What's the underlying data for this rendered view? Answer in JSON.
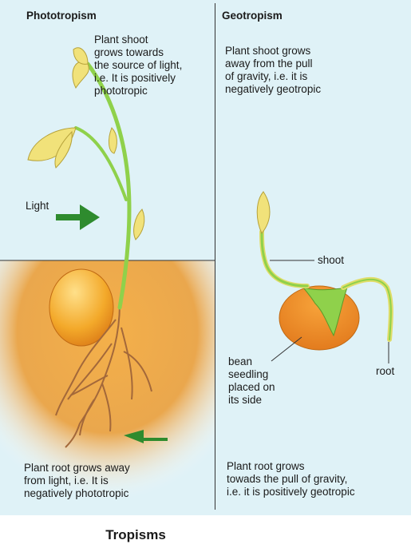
{
  "figure_title": "Tropisms",
  "phototropism": {
    "heading": "Phototropism",
    "shoot_text": "Plant shoot\ngrows towards\nthe source of light,\ni.e. It is positively\n phototropic",
    "light_label": "Light",
    "root_text": "Plant root grows away\nfrom light, i.e. It is\nnegatively phototropic"
  },
  "geotropism": {
    "heading": "Geotropism",
    "shoot_text": "Plant shoot grows\naway from the pull\nof gravity, i.e. it is\nnegatively geotropic",
    "shoot_label": "shoot",
    "seed_label": "bean\nseedling\nplaced on\nits side",
    "root_label": "root",
    "root_text": "Plant root grows\ntowads the pull of gravity,\ni.e. it is positively geotropic"
  },
  "colors": {
    "panel_bg": "#dff2f7",
    "soil": "#e9a540",
    "stem": "#8fd14b",
    "leaf": "#f1e27a",
    "seed": "#e88a1e",
    "arrow": "#2e8b2e"
  }
}
